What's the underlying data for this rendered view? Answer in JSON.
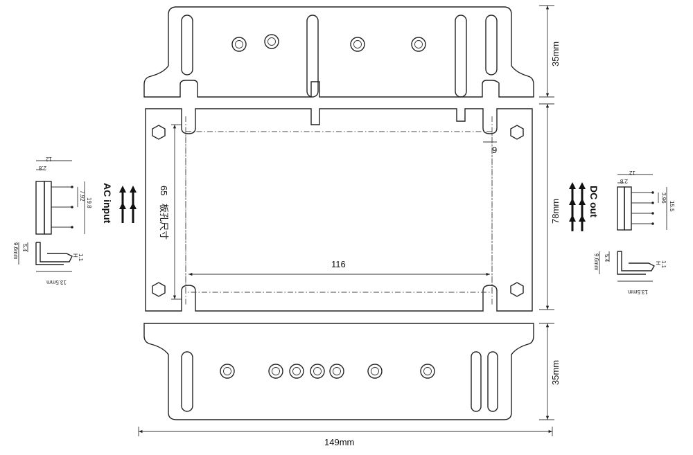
{
  "dimensions": {
    "top_height": "35mm",
    "middle_height": "78mm",
    "bottom_height": "35mm",
    "total_width": "149mm",
    "hole_span_x": "116",
    "hole_span_y": "65",
    "hole_span_y_note": "板孔尺寸",
    "slot_offset": "9"
  },
  "ac_connector": {
    "label": "AC input",
    "pin_length": "12",
    "body_depth": "2.8",
    "pin_pitch": "7.92",
    "overall_height": "19.8",
    "side_height": "5.4",
    "side_total": "9.6mm",
    "lead": "1.1",
    "h_mark": "H",
    "length": "13.5mm"
  },
  "dc_connector": {
    "label": "DC out",
    "pin_length": "12",
    "body_depth": "2.8",
    "pin_pitch": "3.96",
    "overall_height": "15.5",
    "side_height": "5.4",
    "side_total": "9.6mm",
    "lead": "1.1",
    "h_mark": "H",
    "length": "13.5mm"
  }
}
